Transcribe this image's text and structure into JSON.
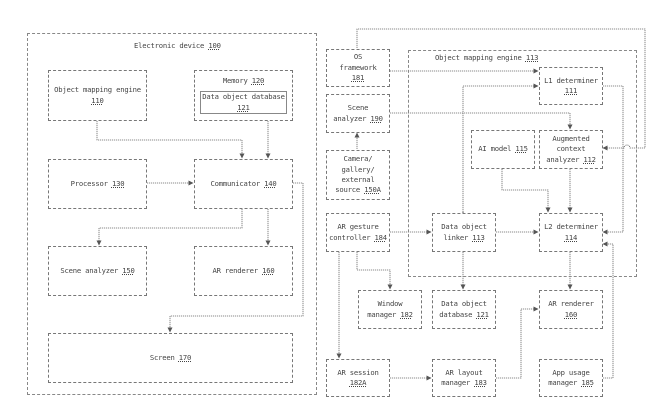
{
  "left": {
    "container": {
      "title": "Electronic device",
      "ref": "100"
    },
    "boxes": {
      "object_mapping_engine": {
        "label": "Object mapping engine",
        "ref": "110"
      },
      "memory": {
        "label": "Memory",
        "ref": "120"
      },
      "data_object_database": {
        "label": "Data object database",
        "ref": "121"
      },
      "processor": {
        "label": "Processor",
        "ref": "130"
      },
      "communicator": {
        "label": "Communicator",
        "ref": "140"
      },
      "scene_analyzer": {
        "label": "Scene analyzer",
        "ref": "150"
      },
      "ar_renderer": {
        "label": "AR renderer",
        "ref": "160"
      },
      "screen": {
        "label": "Screen",
        "ref": "170"
      }
    }
  },
  "right": {
    "container": {
      "title": "Object mapping engine",
      "ref": "113"
    },
    "boxes": {
      "os_framework": {
        "label": "OS\nframework",
        "ref": "181"
      },
      "scene_analyzer": {
        "label": "Scene\nanalyzer",
        "ref": "190"
      },
      "camera_source": {
        "label": "Camera/\ngallery/\nexternal\nsource",
        "ref": "150A"
      },
      "ar_gesture_controller": {
        "label": "AR gesture\ncontroller",
        "ref": "184"
      },
      "l1_determiner": {
        "label": "L1 determiner",
        "ref": "111"
      },
      "ai_model": {
        "label": "AI model",
        "ref": "115"
      },
      "augmented_context_analyzer": {
        "label": "Augmented\ncontext\nanalyzer",
        "ref": "112"
      },
      "data_object_linker": {
        "label": "Data object\nlinker",
        "ref": "113"
      },
      "l2_determiner": {
        "label": "L2 determiner",
        "ref": "114"
      },
      "window_manager": {
        "label": "Window\nmanager",
        "ref": "182"
      },
      "data_object_database": {
        "label": "Data object\ndatabase",
        "ref": "121"
      },
      "ar_renderer": {
        "label": "AR renderer",
        "ref": "160"
      },
      "ar_session": {
        "label": "AR session",
        "ref": "182A"
      },
      "ar_layout_manager": {
        "label": "AR layout\nmanager",
        "ref": "183"
      },
      "app_usage_manager": {
        "label": "App usage\nmanager",
        "ref": "185"
      }
    }
  }
}
